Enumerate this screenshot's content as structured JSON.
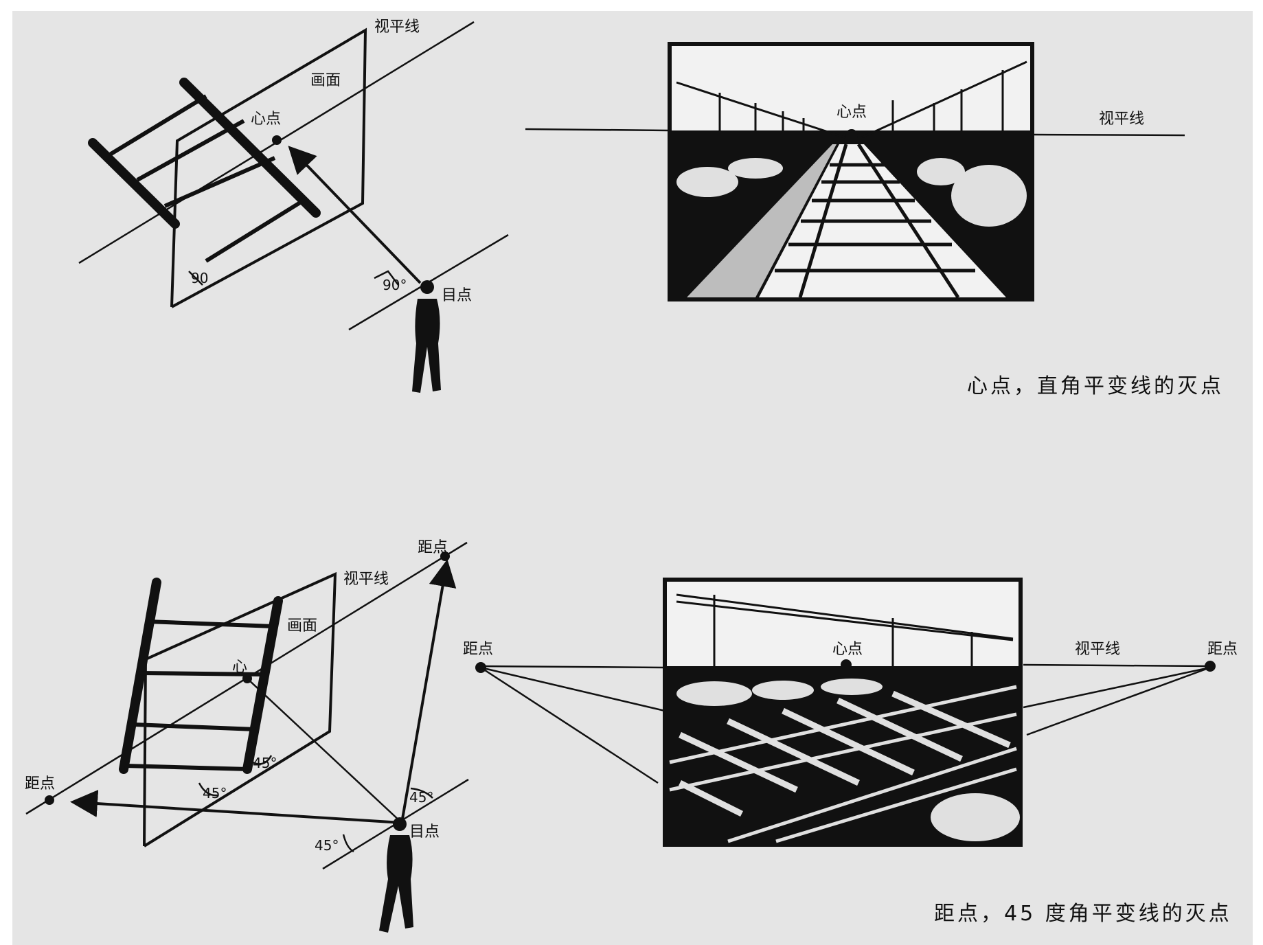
{
  "labels": {
    "horizon": "视平线",
    "picture_plane": "画面",
    "center_point": "心点",
    "eye_point": "目点",
    "distance_point": "距点",
    "center_short": "心"
  },
  "angles": {
    "right": "90",
    "right_deg": "90°",
    "diag": "45°"
  },
  "captions": {
    "top": "心点，直角平变线的灭点",
    "bottom": "距点，45 度角平变线的灭点"
  }
}
